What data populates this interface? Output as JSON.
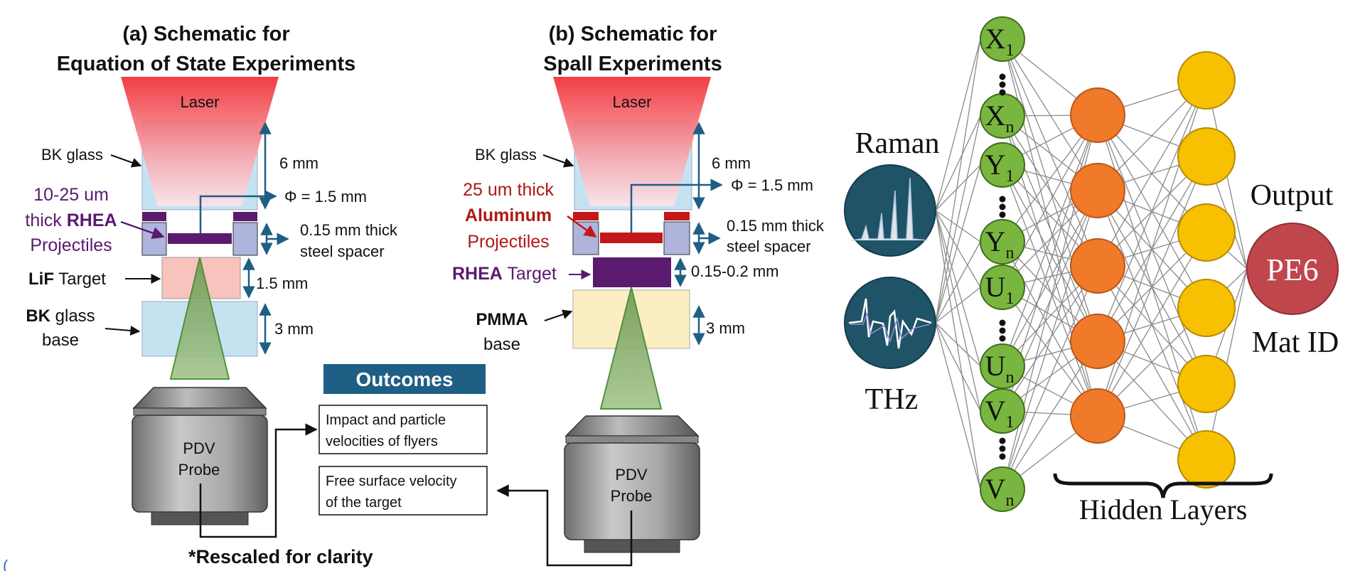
{
  "panel_a": {
    "title_line1": "(a) Schematic for",
    "title_line2": "Equation of State Experiments",
    "laser": "Laser",
    "bk_glass": "BK glass",
    "dim_6mm": "6 mm",
    "dim_phi": "Φ = 1.5 mm",
    "projectile_line1": "10-25 um",
    "projectile_line2_a": "thick ",
    "projectile_line2_b": "RHEA",
    "projectile_line3": "Projectiles",
    "spacer_line1": "0.15 mm thick",
    "spacer_line2": "steel spacer",
    "target_bold": "LiF",
    "target_rest": " Target",
    "dim_target": "1.5 mm",
    "base_bold": "BK",
    "base_rest": " glass",
    "base_line2": "base",
    "dim_base": "3 mm",
    "probe_line1": "PDV",
    "probe_line2": "Probe",
    "footnote": "*Rescaled for clarity"
  },
  "panel_b": {
    "title_line1": "(b) Schematic for",
    "title_line2": "Spall Experiments",
    "laser": "Laser",
    "bk_glass": "BK glass",
    "dim_6mm": "6 mm",
    "dim_phi": "Φ = 1.5 mm",
    "projectile_line1": "25 um thick",
    "projectile_line2": "Aluminum",
    "projectile_line3": "Projectiles",
    "spacer_line1": "0.15 mm thick",
    "spacer_line2": "steel spacer",
    "target_bold": "RHEA",
    "target_rest": " Target",
    "dim_target": "0.15-0.2 mm",
    "base_bold": "PMMA",
    "base_line2": "base",
    "dim_base": "3 mm",
    "probe_line1": "PDV",
    "probe_line2": "Probe"
  },
  "outcomes": {
    "header": "Outcomes",
    "item1_line1": "Impact and particle",
    "item1_line2": "velocities of flyers",
    "item2_line1": "Free surface velocity",
    "item2_line2": "of the target"
  },
  "network": {
    "input_raman": "Raman",
    "input_thz": "THz",
    "input_nodes": [
      {
        "base": "X",
        "sub": "1"
      },
      {
        "base": "X",
        "sub": "n"
      },
      {
        "base": "Y",
        "sub": "1"
      },
      {
        "base": "Y",
        "sub": "n"
      },
      {
        "base": "U",
        "sub": "1"
      },
      {
        "base": "U",
        "sub": "n"
      },
      {
        "base": "V",
        "sub": "1"
      },
      {
        "base": "V",
        "sub": "n"
      }
    ],
    "hidden_layers_label": "Hidden Layers",
    "output_label": "Output",
    "output_node": "PE6",
    "output_caption": "Mat ID"
  },
  "colors": {
    "input_node": "#79b63f",
    "hidden1": "#f07a2a",
    "hidden2": "#f7c000",
    "output_node": "#c0464d",
    "accent_blue": "#1f5e85",
    "purple": "#5a1a6e",
    "laser_red": "#ef3b3b"
  }
}
